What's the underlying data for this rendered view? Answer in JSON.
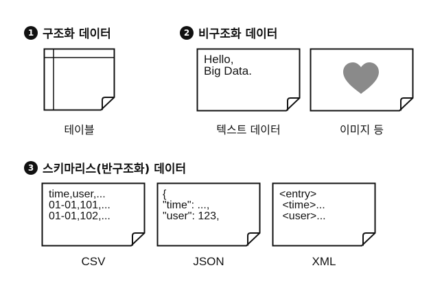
{
  "sections": {
    "structured": {
      "number": "1",
      "title": "구조화 데이터"
    },
    "unstructured": {
      "number": "2",
      "title": "비구조화 데이터"
    },
    "semi_structured": {
      "number": "3",
      "title": "스키마리스(반구조화) 데이터"
    }
  },
  "captions": {
    "table": "테이블",
    "text_data": "텍스트 데이터",
    "image_data": "이미지 등",
    "csv": "CSV",
    "json": "JSON",
    "xml": "XML"
  },
  "documents": {
    "text": "Hello,\nBig Data.",
    "csv": "time,user,...\n01-01,101,...\n01-01,102,...",
    "json": "{\n\"time\": ...,\n\"user\": 123,",
    "xml": "<entry>\n <time>...\n <user>..."
  },
  "icons": {
    "image_symbol": "heart-icon",
    "heart_color": "#8a8a8a"
  }
}
